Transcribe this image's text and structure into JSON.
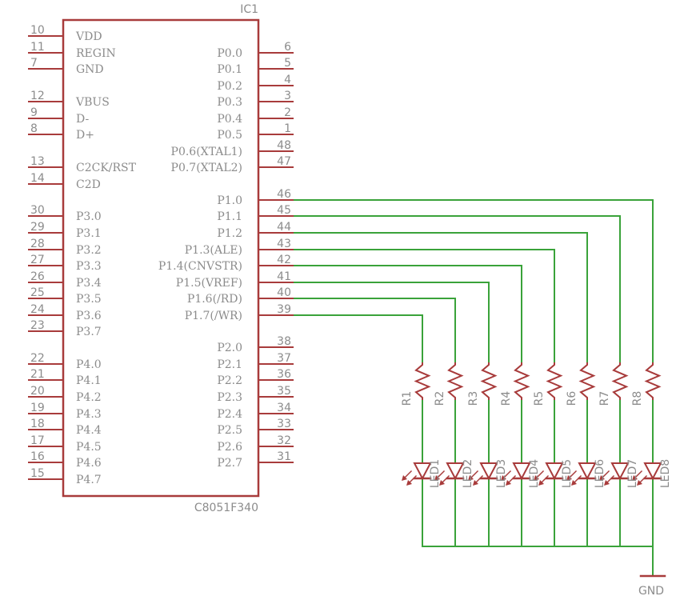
{
  "ic": {
    "ref": "IC1",
    "part": "C8051F340",
    "left_pins": [
      {
        "num": "10",
        "name": "VDD"
      },
      {
        "num": "11",
        "name": "REGIN"
      },
      {
        "num": "7",
        "name": "GND"
      },
      {
        "num": "12",
        "name": "VBUS"
      },
      {
        "num": "9",
        "name": "D-"
      },
      {
        "num": "8",
        "name": "D+"
      },
      {
        "num": "13",
        "name": "C2CK/RST"
      },
      {
        "num": "14",
        "name": "C2D"
      },
      {
        "num": "30",
        "name": "P3.0"
      },
      {
        "num": "29",
        "name": "P3.1"
      },
      {
        "num": "28",
        "name": "P3.2"
      },
      {
        "num": "27",
        "name": "P3.3"
      },
      {
        "num": "26",
        "name": "P3.4"
      },
      {
        "num": "25",
        "name": "P3.5"
      },
      {
        "num": "24",
        "name": "P3.6"
      },
      {
        "num": "23",
        "name": "P3.7"
      },
      {
        "num": "22",
        "name": "P4.0"
      },
      {
        "num": "21",
        "name": "P4.1"
      },
      {
        "num": "20",
        "name": "P4.2"
      },
      {
        "num": "19",
        "name": "P4.3"
      },
      {
        "num": "18",
        "name": "P4.4"
      },
      {
        "num": "17",
        "name": "P4.5"
      },
      {
        "num": "16",
        "name": "P4.6"
      },
      {
        "num": "15",
        "name": "P4.7"
      }
    ],
    "right_pins": [
      {
        "num": "6",
        "name": "P0.0"
      },
      {
        "num": "5",
        "name": "P0.1"
      },
      {
        "num": "4",
        "name": "P0.2"
      },
      {
        "num": "3",
        "name": "P0.3"
      },
      {
        "num": "2",
        "name": "P0.4"
      },
      {
        "num": "1",
        "name": "P0.5"
      },
      {
        "num": "48",
        "name": "P0.6(XTAL1)"
      },
      {
        "num": "47",
        "name": "P0.7(XTAL2)"
      },
      {
        "num": "46",
        "name": "P1.0"
      },
      {
        "num": "45",
        "name": "P1.1"
      },
      {
        "num": "44",
        "name": "P1.2"
      },
      {
        "num": "43",
        "name": "P1.3(ALE)"
      },
      {
        "num": "42",
        "name": "P1.4(CNVSTR)"
      },
      {
        "num": "41",
        "name": "P1.5(VREF)"
      },
      {
        "num": "40",
        "name": "P1.6(/RD)"
      },
      {
        "num": "39",
        "name": "P1.7(/WR)"
      },
      {
        "num": "38",
        "name": "P2.0"
      },
      {
        "num": "37",
        "name": "P2.1"
      },
      {
        "num": "36",
        "name": "P2.2"
      },
      {
        "num": "35",
        "name": "P2.3"
      },
      {
        "num": "34",
        "name": "P2.4"
      },
      {
        "num": "33",
        "name": "P2.5"
      },
      {
        "num": "32",
        "name": "P2.6"
      },
      {
        "num": "31",
        "name": "P2.7"
      }
    ]
  },
  "resistors": [
    "R1",
    "R2",
    "R3",
    "R4",
    "R5",
    "R6",
    "R7",
    "R8"
  ],
  "leds": [
    "LED1",
    "LED2",
    "LED3",
    "LED4",
    "LED5",
    "LED6",
    "LED7",
    "LED8"
  ],
  "ground_label": "GND",
  "colors": {
    "component": "#a83b3b",
    "wire": "#3aa33a",
    "text": "#8c8c8c",
    "background": "#ffffff"
  }
}
